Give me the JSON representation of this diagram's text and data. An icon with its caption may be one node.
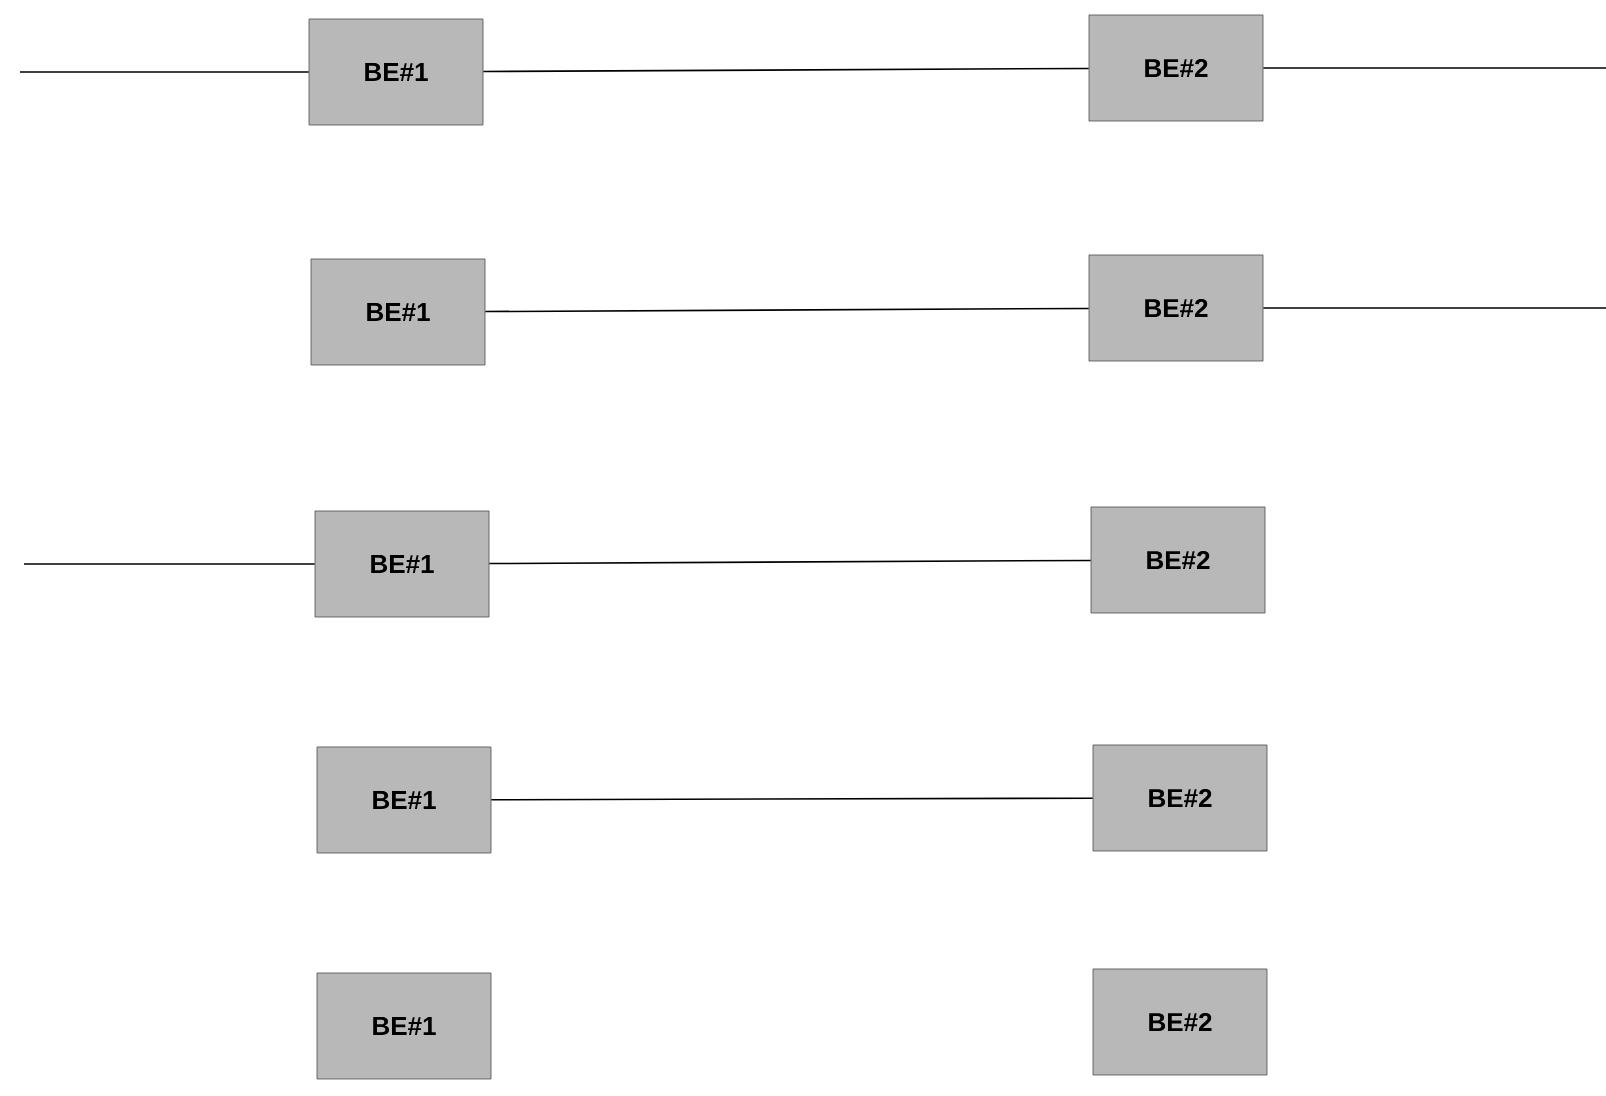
{
  "diagram": {
    "nodes": [
      {
        "text": [
          "BE#1"
        ]
      },
      {
        "text": [
          "BE#2"
        ]
      },
      {
        "text": [
          "BE#1"
        ]
      },
      {
        "text": [
          "BE#2"
        ]
      },
      {
        "text": [
          "BE#1"
        ]
      },
      {
        "text": [
          "BE#2"
        ]
      },
      {
        "text": [
          "BE#1"
        ]
      },
      {
        "text": [
          "BE#2"
        ]
      },
      {
        "text": [
          "BE#1"
        ]
      },
      {
        "text": [
          "BE#2"
        ]
      }
    ],
    "edges": [
      {
        "from": null,
        "to": 0,
        "arrow": "none"
      },
      {
        "from": 0,
        "to": 1,
        "arrow": "none"
      },
      {
        "from": 1,
        "to": null,
        "arrow": "none"
      },
      {
        "from": 2,
        "to": 3,
        "arrow": "none"
      },
      {
        "from": 3,
        "to": null,
        "arrow": "none"
      },
      {
        "from": null,
        "to": 4,
        "arrow": "none"
      },
      {
        "from": 4,
        "to": 5,
        "arrow": "none"
      },
      {
        "from": 6,
        "to": 7,
        "arrow": "none"
      }
    ]
  }
}
